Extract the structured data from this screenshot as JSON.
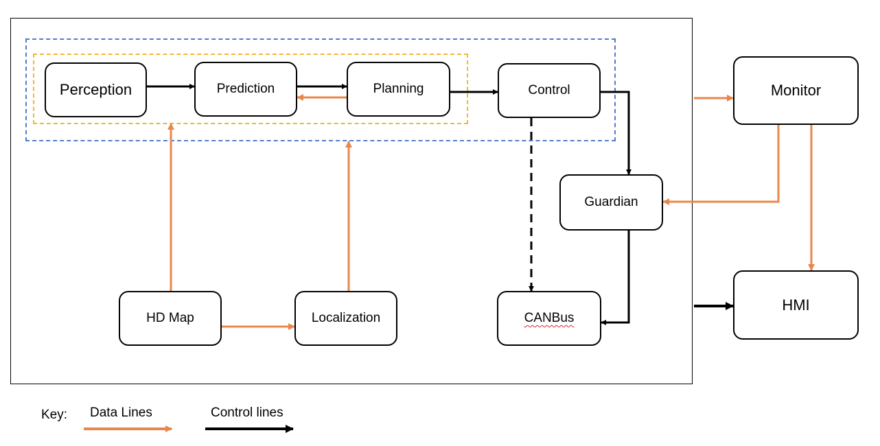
{
  "nodes": {
    "perception": "Perception",
    "prediction": "Prediction",
    "planning": "Planning",
    "control": "Control",
    "monitor": "Monitor",
    "guardian": "Guardian",
    "hd_map": "HD Map",
    "localization": "Localization",
    "canbus": "CANBus",
    "hmi": "HMI"
  },
  "key": {
    "label": "Key:",
    "data_lines": "Data Lines",
    "control_lines": "Control lines"
  },
  "colors": {
    "data_line": "#e8874a",
    "control_line": "#000000",
    "outer_dashed_group": "#4f7cc9",
    "inner_dashed_group": "#f2b92c"
  }
}
